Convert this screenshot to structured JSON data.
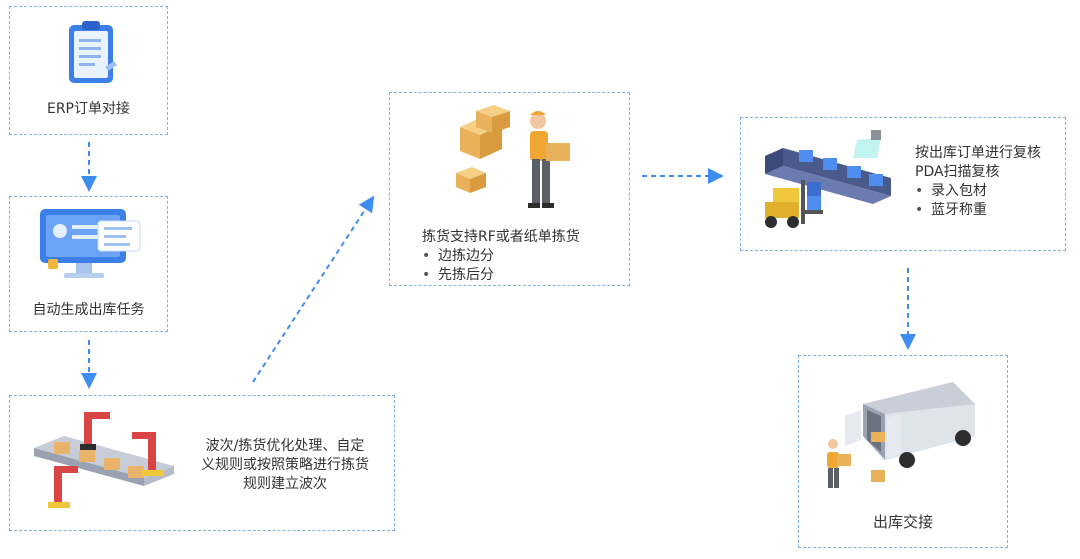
{
  "steps": {
    "erp": {
      "title": "ERP订单对接"
    },
    "auto": {
      "title": "自动生成出库任务"
    },
    "wave": {
      "lines": [
        "波次/拣货优化处理、自定",
        "义规则或按照策略进行拣货",
        "规则建立波次"
      ]
    },
    "pick": {
      "title": "拣货支持RF或者纸单拣货",
      "bullets": [
        "边拣边分",
        "先拣后分"
      ]
    },
    "review": {
      "lines": [
        "按出库订单进行复核",
        "PDA扫描复核"
      ],
      "bullets": [
        "录入包材",
        "蓝牙称重"
      ]
    },
    "handover": {
      "title": "出库交接"
    }
  },
  "colors": {
    "border": "#7fb1e6",
    "arrow": "#3d8ef0",
    "text": "#333333"
  }
}
